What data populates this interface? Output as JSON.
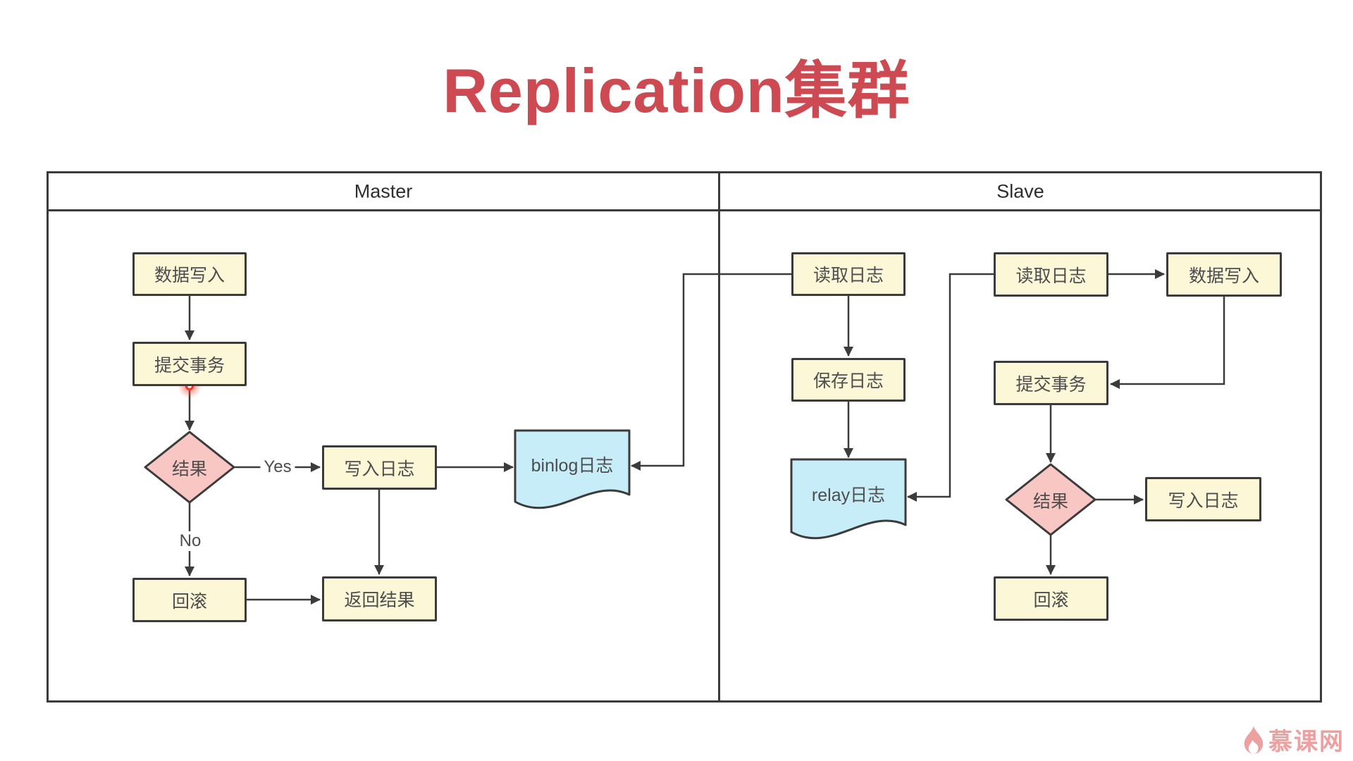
{
  "title": {
    "text": "Replication集群"
  },
  "lanes": {
    "master": "Master",
    "slave": "Slave"
  },
  "nodes": {
    "master_data_write": "数据写入",
    "master_commit": "提交事务",
    "master_result": "结果",
    "master_write_log": "写入日志",
    "master_rollback": "回滚",
    "master_return_result": "返回结果",
    "binlog": "binlog日志",
    "slave_read_log_1": "读取日志",
    "slave_save_log": "保存日志",
    "relay_log": "relay日志",
    "slave_read_log_2": "读取日志",
    "slave_data_write": "数据写入",
    "slave_commit": "提交事务",
    "slave_result": "结果",
    "slave_write_log": "写入日志",
    "slave_rollback": "回滚"
  },
  "edge_labels": {
    "yes": "Yes",
    "no": "No"
  },
  "logo": {
    "text": "慕课网"
  },
  "colors": {
    "title": "#ce4a52",
    "process_fill": "#fbf7d7",
    "decision_fill": "#f8c7c4",
    "document_fill": "#c7edf8",
    "stroke": "#3b3b3b",
    "logo": "#eda0a0",
    "highlight_dot": "#f03b2d"
  }
}
